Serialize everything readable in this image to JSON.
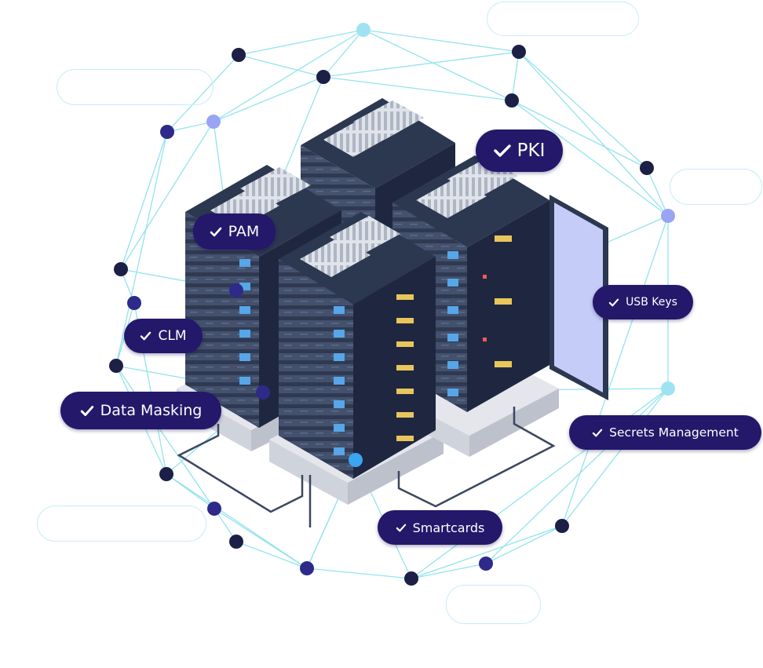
{
  "labels": {
    "pki": "PKI",
    "pam": "PAM",
    "clm": "CLM",
    "data_masking": "Data Masking",
    "usb_keys": "USB Keys",
    "secrets_management": "Secrets Management",
    "smartcards": "Smartcards"
  },
  "icons": {
    "check": "check-icon"
  },
  "colors": {
    "pill_background": "#23186a",
    "pill_text": "#ffffff",
    "network_line": "#7fdfec",
    "node_dark": "#1c1f46",
    "node_indigo": "#2e2a8a",
    "node_lavender": "#9aa4f4",
    "node_cyan": "#9fe3f3",
    "rack_body": "#3a4660",
    "rack_led": "#56a6e8",
    "door_panel": "#c6ccf8"
  }
}
